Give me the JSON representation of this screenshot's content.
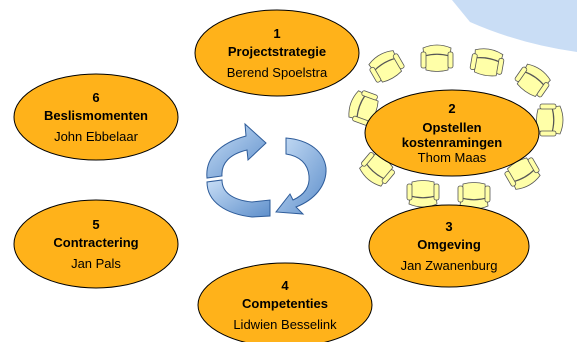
{
  "colors": {
    "ellipse_fill": "#FFB21A",
    "ellipse_stroke": "#000000",
    "arrow_fill": "#8EB8E8",
    "arrow_stroke": "#2E5C9A",
    "chair_fill": "#FFFFA8",
    "chair_stroke": "#555555",
    "corner_fill": "#C9DDF5"
  },
  "nodes": [
    {
      "id": "node-1",
      "number": "1",
      "title_lines": [
        "Projectstrategie"
      ],
      "person": "Berend Spoelstra"
    },
    {
      "id": "node-2",
      "number": "2",
      "title_lines": [
        "Opstellen",
        "kostenramingen"
      ],
      "person": "Thom Maas"
    },
    {
      "id": "node-3",
      "number": "3",
      "title_lines": [
        "Omgeving"
      ],
      "person": "Jan Zwanenburg"
    },
    {
      "id": "node-4",
      "number": "4",
      "title_lines": [
        "Competenties"
      ],
      "person": "Lidwien Besselink"
    },
    {
      "id": "node-5",
      "number": "5",
      "title_lines": [
        "Contractering"
      ],
      "person": "Jan Pals"
    },
    {
      "id": "node-6",
      "number": "6",
      "title_lines": [
        "Beslismomenten"
      ],
      "person": "John Ebbelaar"
    }
  ],
  "icons": {
    "cycle": "circular-arrows-icon",
    "chair": "chair-icon"
  }
}
